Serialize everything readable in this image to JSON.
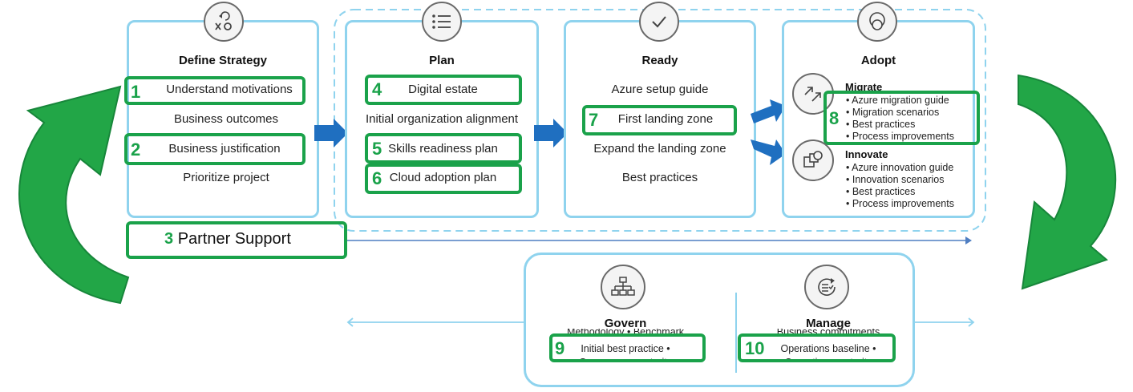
{
  "define": {
    "title": "Define Strategy",
    "items": [
      "Understand motivations",
      "Business outcomes",
      "Business justification",
      "Prioritize project"
    ],
    "numbers": [
      "1",
      "2"
    ]
  },
  "plan": {
    "title": "Plan",
    "items": [
      "Digital estate",
      "Initial organization alignment",
      "Skills readiness plan",
      "Cloud adoption plan"
    ],
    "numbers": [
      "4",
      "5",
      "6"
    ]
  },
  "ready": {
    "title": "Ready",
    "items": [
      "Azure setup guide",
      "First landing zone",
      "Expand the landing zone",
      "Best practices"
    ],
    "numbers": [
      "7"
    ]
  },
  "adopt": {
    "title": "Adopt",
    "migrate": {
      "title": "Migrate",
      "items": [
        "• Azure migration guide",
        "• Migration scenarios",
        "• Best practices",
        "• Process improvements"
      ],
      "number": "8"
    },
    "innovate": {
      "title": "Innovate",
      "items": [
        "• Azure innovation guide",
        "• Innovation scenarios",
        "• Best practices",
        "• Process improvements"
      ]
    }
  },
  "partner": {
    "number": "3",
    "label": "Partner Support"
  },
  "govern": {
    "title": "Govern",
    "lines": [
      "Methodology • Benchmark",
      "Initial best practice •",
      "Governance maturity"
    ],
    "number": "9"
  },
  "manage": {
    "title": "Manage",
    "lines": [
      "Business commitments",
      "Operations baseline •",
      "Operations maturity"
    ],
    "number": "10"
  },
  "colors": {
    "green": "#1aa24a",
    "card_border": "#8fd3ee",
    "blue_arrow": "#1f6fc0",
    "highlight_box": "#1aa24a"
  },
  "icons": [
    "strategy-xo-icon",
    "list-icon",
    "check-icon",
    "circle-icon",
    "migrate-arrows-icon",
    "innovate-squares-icon",
    "org-chart-icon",
    "manage-list-icon"
  ]
}
